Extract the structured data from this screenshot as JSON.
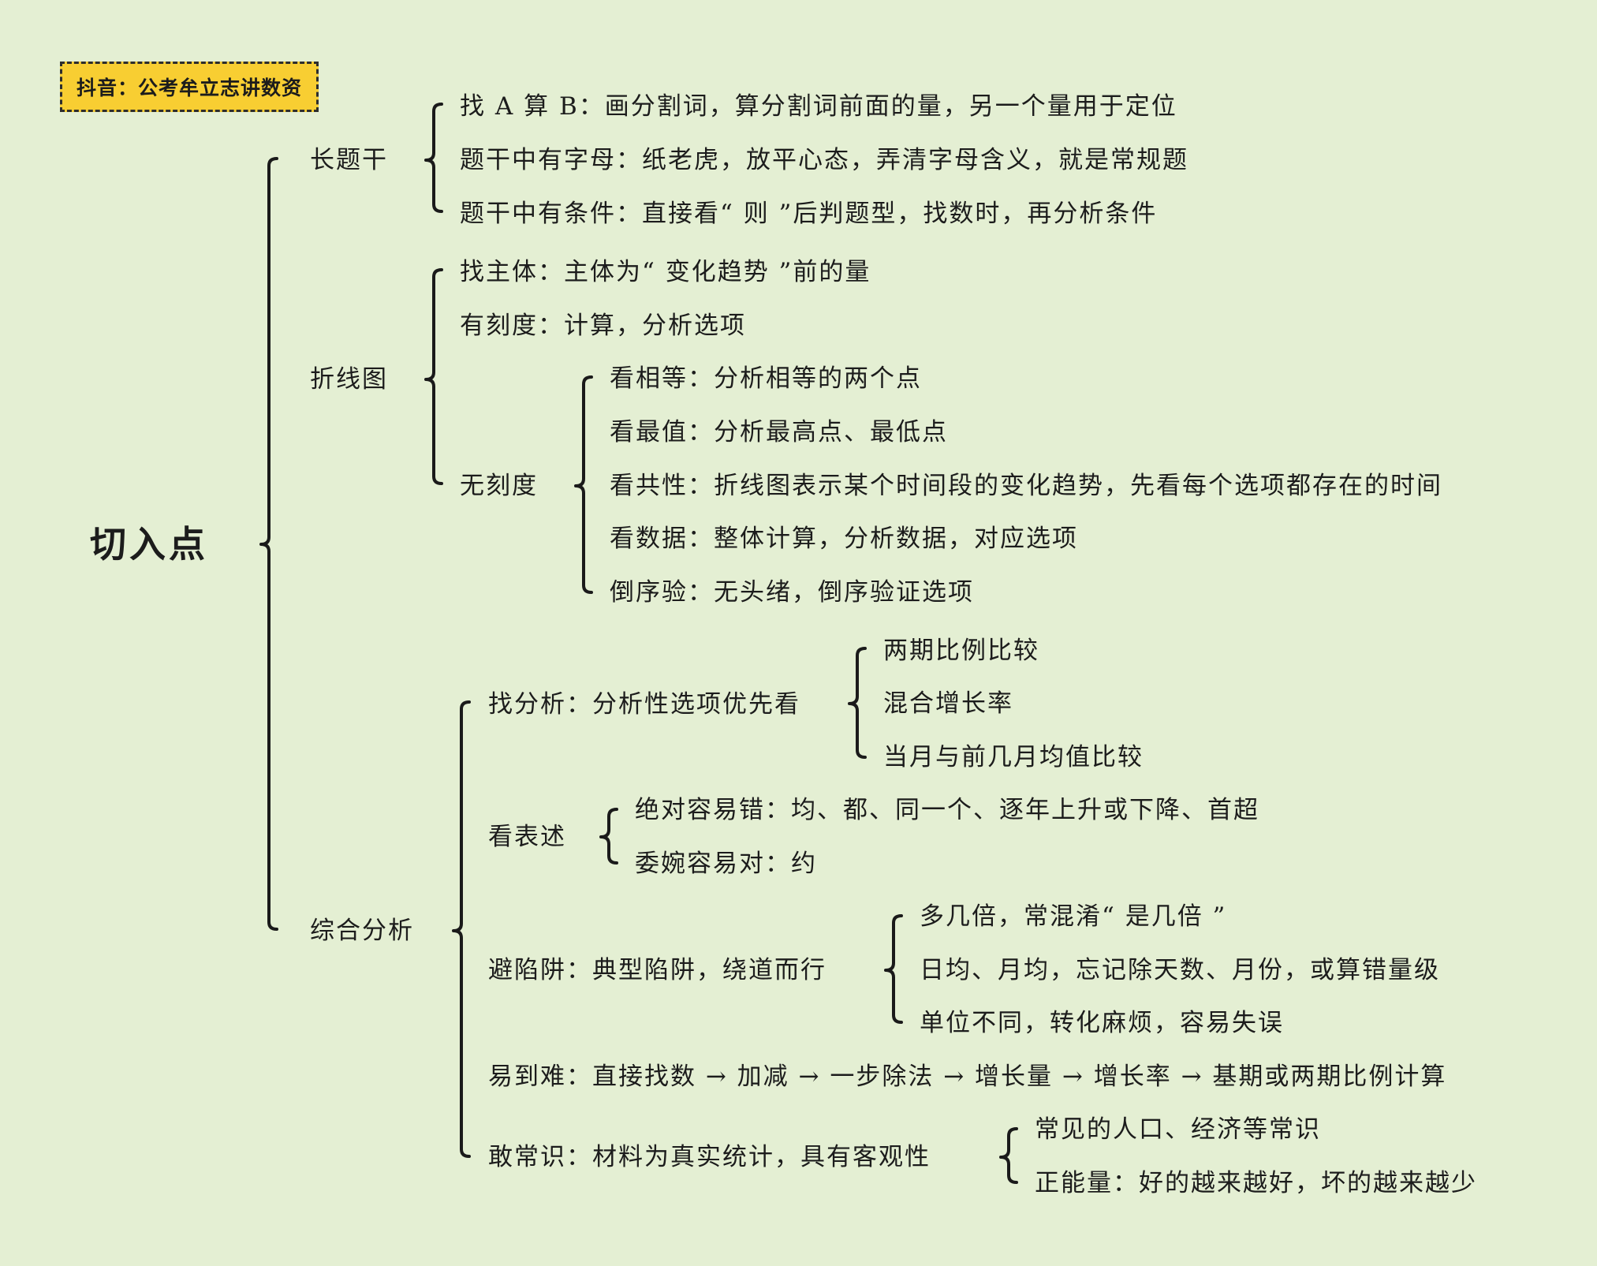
{
  "badge": {
    "text": "抖音：公考牟立志讲数资"
  },
  "root": {
    "label": "切入点"
  },
  "branches": {
    "long_stem": {
      "label": "长题干",
      "items": [
        "找 A 算 B：画分割词，算分割词前面的量，另一个量用于定位",
        "题干中有字母：纸老虎，放平心态，弄清字母含义，就是常规题",
        "题干中有条件：直接看“ 则 ”后判题型，找数时，再分析条件"
      ]
    },
    "line_chart": {
      "label": "折线图",
      "items": [
        "找主体：主体为“ 变化趋势 ”前的量",
        "有刻度：计算，分析选项"
      ],
      "no_scale": {
        "label": "无刻度",
        "items": [
          "看相等：分析相等的两个点",
          "看最值：分析最高点、最低点",
          "看共性：折线图表示某个时间段的变化趋势，先看每个选项都存在的时间",
          "看数据：整体计算，分析数据，对应选项",
          "倒序验：无头绪，倒序验证选项"
        ]
      }
    },
    "comprehensive": {
      "label": "综合分析",
      "find_analysis": {
        "label": "找分析：分析性选项优先看",
        "items": [
          "两期比例比较",
          "混合增长率",
          "当月与前几月均值比较"
        ]
      },
      "expression": {
        "label": "看表述",
        "items": [
          "绝对容易错：均、都、同一个、逐年上升或下降、首超",
          "委婉容易对：约"
        ]
      },
      "traps": {
        "label": "避陷阱：典型陷阱，绕道而行",
        "items": [
          "多几倍，常混淆“ 是几倍 ”",
          "日均、月均，忘记除天数、月份，或算错量级",
          "单位不同，转化麻烦，容易失误"
        ]
      },
      "easy_to_hard": {
        "label": "易到难：直接找数 → 加减 → 一步除法 → 增长量 → 增长率 → 基期或两期比例计算"
      },
      "common_sense": {
        "label": "敢常识：材料为真实统计，具有客观性",
        "items": [
          "常见的人口、经济等常识",
          "正能量：好的越来越好，坏的越来越少"
        ]
      }
    }
  }
}
